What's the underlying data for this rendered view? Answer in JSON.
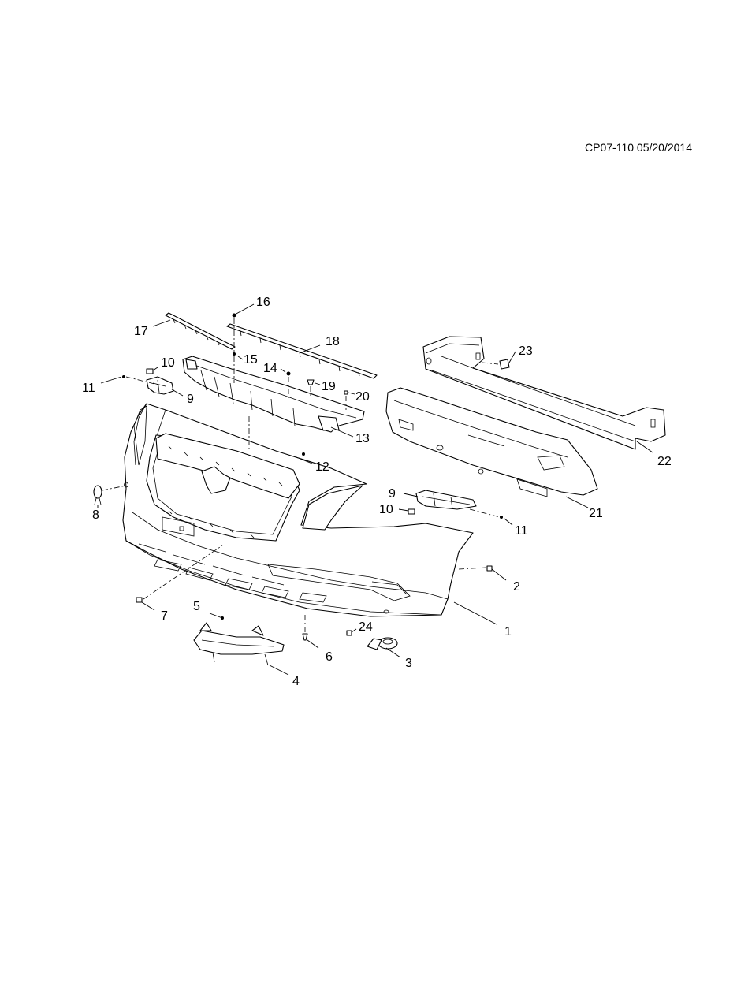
{
  "document": {
    "code": "CP07-110 05/20/2014"
  },
  "callouts": [
    "1",
    "2",
    "3",
    "4",
    "5",
    "6",
    "7",
    "8",
    "9",
    "9",
    "10",
    "10",
    "11",
    "11",
    "12",
    "13",
    "14",
    "15",
    "16",
    "17",
    "18",
    "19",
    "20",
    "21",
    "22",
    "23",
    "24"
  ]
}
